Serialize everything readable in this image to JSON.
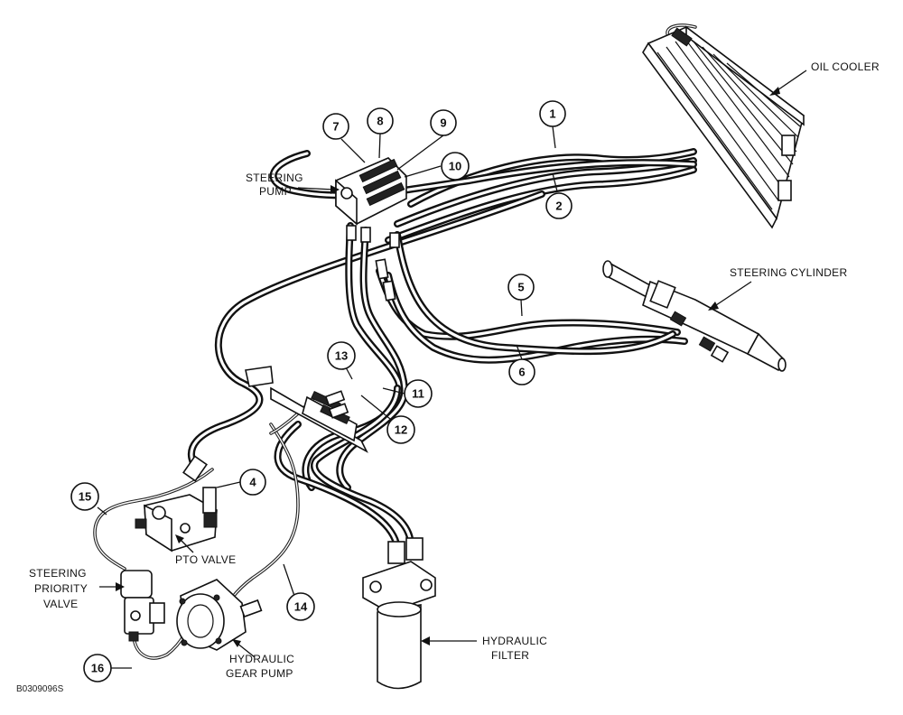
{
  "labels": {
    "oil_cooler": "OIL COOLER",
    "steering_pump_1": "STEERING",
    "steering_pump_2": "PUMP",
    "steering_cylinder": "STEERING CYLINDER",
    "pto_valve": "PTO VALVE",
    "priority_valve_1": "STEERING",
    "priority_valve_2": "PRIORITY",
    "priority_valve_3": "VALVE",
    "gear_pump_1": "HYDRAULIC",
    "gear_pump_2": "GEAR PUMP",
    "filter_1": "HYDRAULIC",
    "filter_2": "FILTER",
    "drawing_code": "B0309096S"
  },
  "callouts": {
    "n1": "1",
    "n2": "2",
    "n4": "4",
    "n5": "5",
    "n6": "6",
    "n7": "7",
    "n8": "8",
    "n9": "9",
    "n10": "10",
    "n11": "11",
    "n12": "12",
    "n13": "13",
    "n14": "14",
    "n15": "15",
    "n16": "16"
  }
}
